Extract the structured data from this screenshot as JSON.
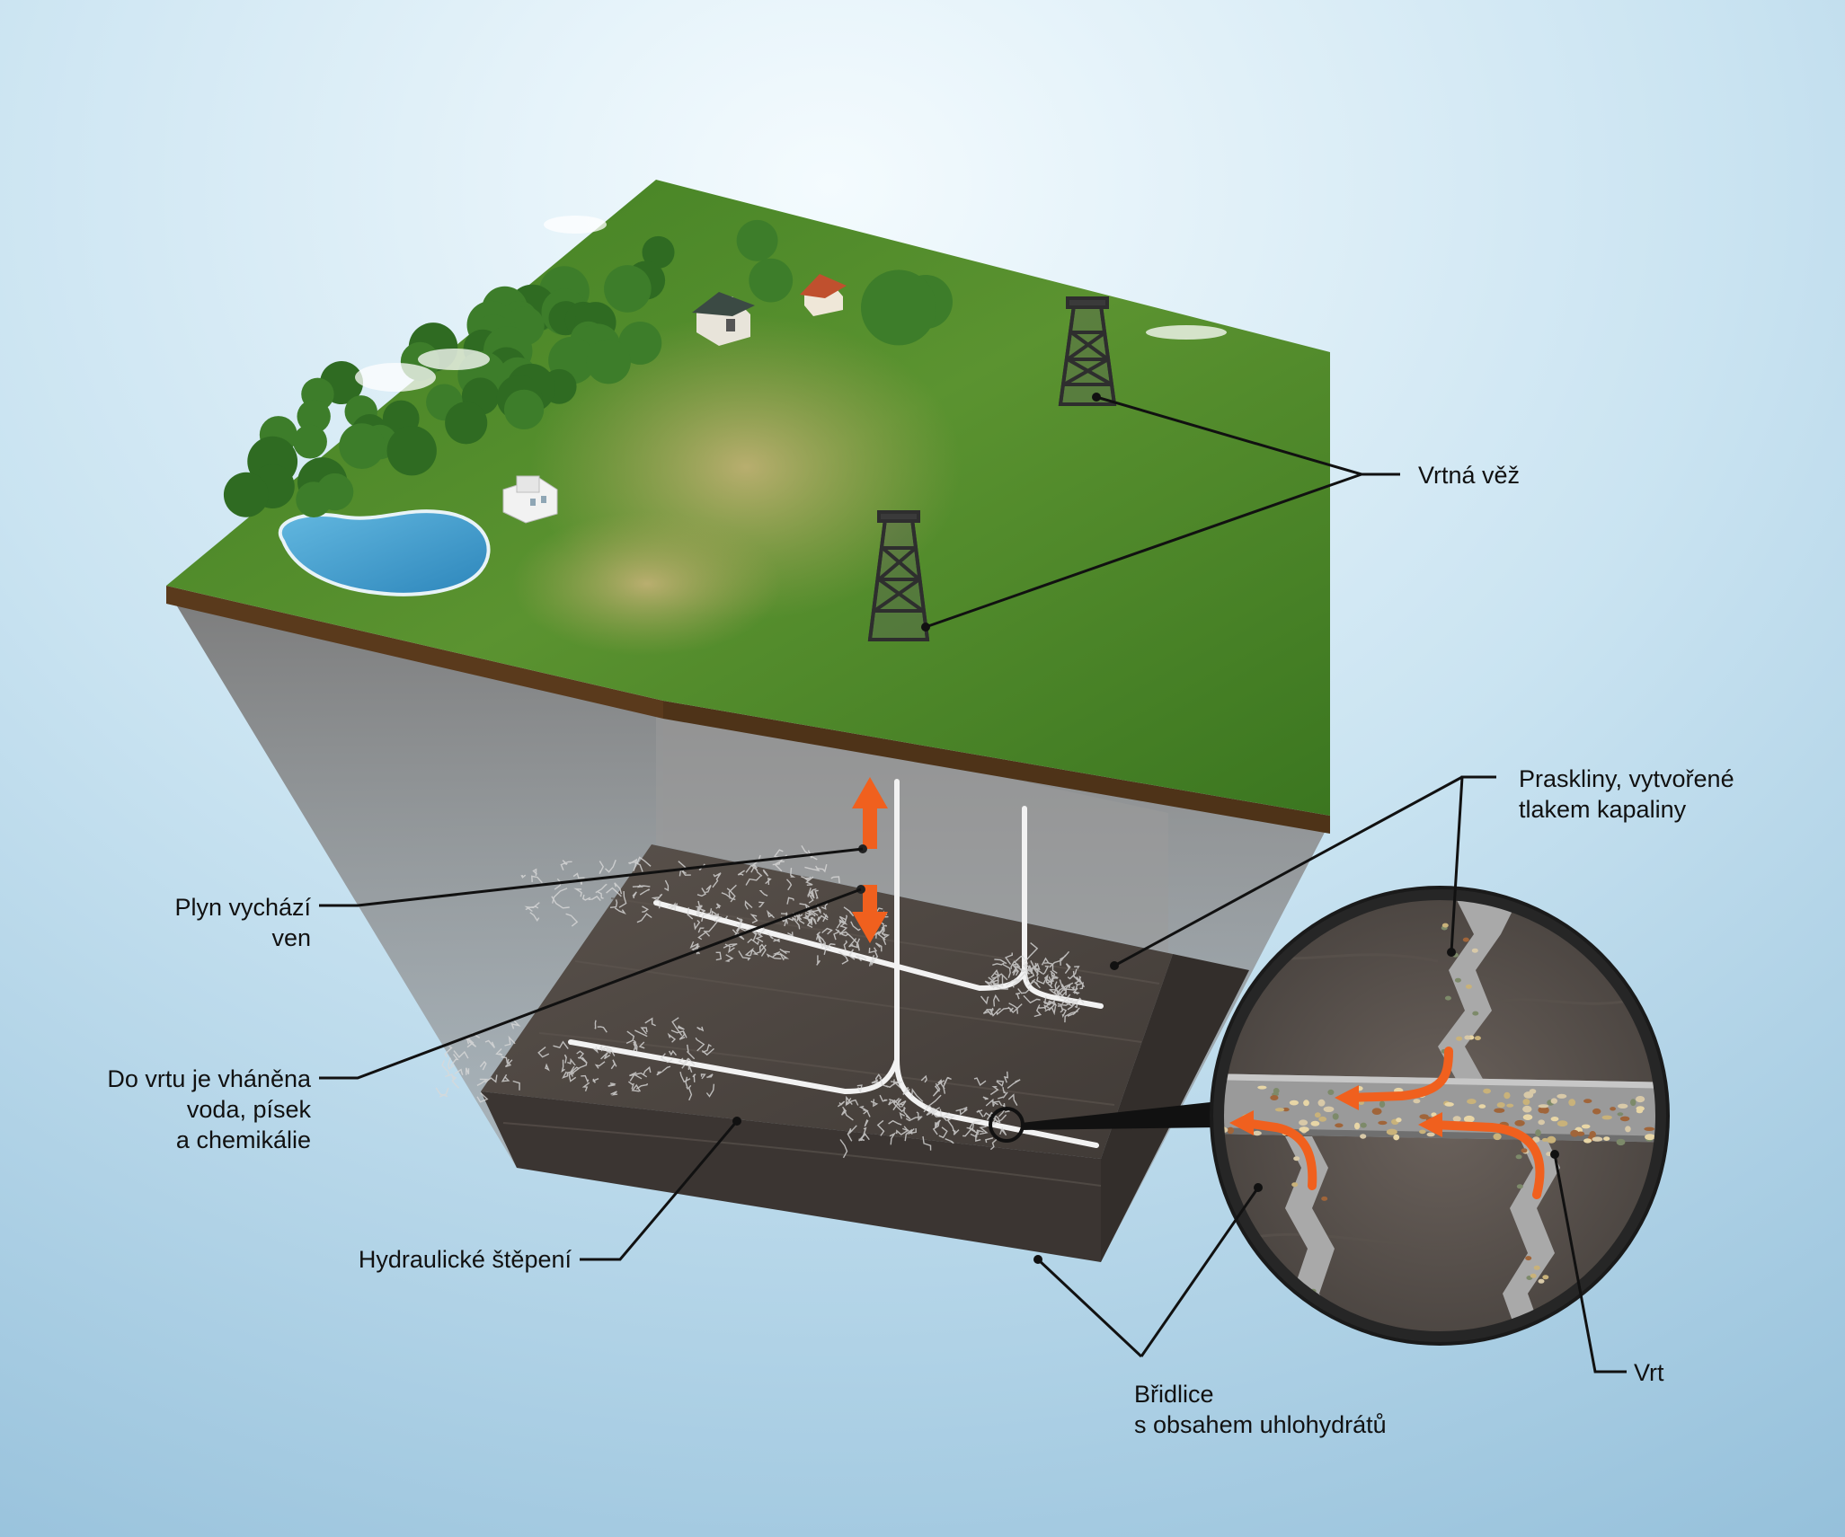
{
  "colors": {
    "sky_top": "#f4fbfe",
    "sky_bottom": "#8fbcd8",
    "grass": "#4f8a2b",
    "grass_light": "#a9a25a",
    "rock_grey": "#8b8b8b",
    "shale": "#4a4440",
    "arrow_orange": "#f0601e",
    "water": "#3f9fd0"
  },
  "labels": {
    "derrick": "Vrtná věž",
    "cracks_line1": "Praskliny, vytvořené",
    "cracks_line2": "tlakem kapaliny",
    "gas_line1": "Plyn vychází",
    "gas_line2": "ven",
    "injection_line1": "Do vrtu je vháněna",
    "injection_line2": "voda, písek",
    "injection_line3": "a chemikálie",
    "fracking": "Hydraulické štěpení",
    "shale_line1": "Břidlice",
    "shale_line2": "s obsahem uhlohydrátů",
    "well": "Vrt"
  },
  "icons": {
    "derrick": "oil-derrick-icon",
    "house": "house-icon",
    "factory": "factory-icon",
    "pond": "pond-icon",
    "trees": "tree-icon",
    "magnifier": "magnifier-circle-icon",
    "arrow": "arrow-icon"
  }
}
